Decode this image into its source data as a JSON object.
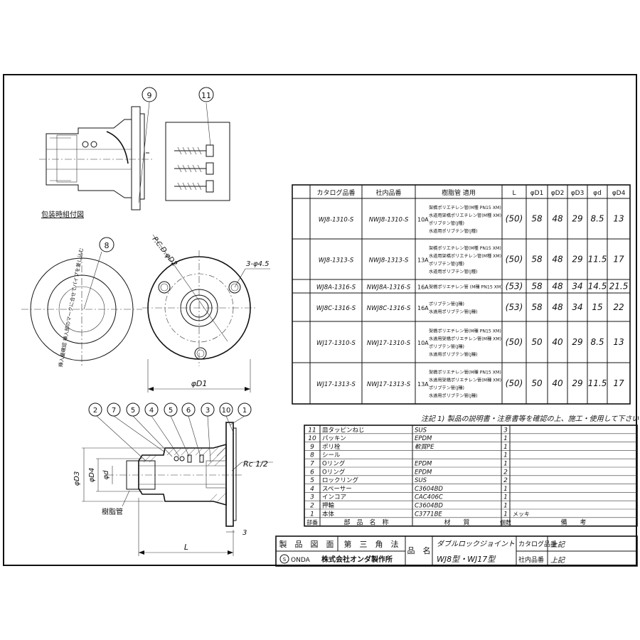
{
  "labels": {
    "packing": "包装時組付図",
    "pcd": "P.C.D.φD2",
    "hole": "3-φ4.5",
    "d1": "φD1",
    "d3": "φD3",
    "d4": "φD4",
    "d": "φd",
    "rc": "Rc 1/2",
    "resin_pipe": "樹脂管",
    "L": "L",
    "three": "3",
    "label_sticker": "挿入量確認 挿入部のマークに合せてパイプを差し込む"
  },
  "balloons": {
    "top": [
      "9",
      "11"
    ],
    "front": [
      "8"
    ],
    "side": [
      "2",
      "7",
      "5",
      "4",
      "5",
      "6",
      "3",
      "10",
      "1"
    ]
  },
  "spec_table": {
    "headers": [
      "カタログ品番",
      "社内品番",
      "樹脂管 適用",
      "L",
      "φD1",
      "φD2",
      "φD3",
      "φd",
      "φD4"
    ],
    "rows": [
      {
        "catalog": "WJ8-1310-S",
        "internal": "NWJ8-1310-S",
        "size": "10A",
        "pipes": [
          "架橋ポリエチレン管(M種 PN15 XM)",
          "水道用架橋ポリエチレン管(M種 XM)",
          "ポリブテン管(J種)",
          "水道用ポリブテン管(J種)"
        ],
        "L": "(50)",
        "D1": "58",
        "D2": "48",
        "D3": "29",
        "d": "8.5",
        "D4": "13"
      },
      {
        "catalog": "WJ8-1313-S",
        "internal": "NWJ8-1313-S",
        "size": "13A",
        "pipes": [
          "架橋ポリエチレン管(M種 PN15 XM)",
          "水道用架橋ポリエチレン管(M種 XM)",
          "ポリブテン管(J種)",
          "水道用ポリブテン管(J種)"
        ],
        "L": "(50)",
        "D1": "58",
        "D2": "48",
        "D3": "29",
        "d": "11.5",
        "D4": "17"
      },
      {
        "catalog": "WJ8A-1316-S",
        "internal": "NWJ8A-1316-S",
        "size": "16A",
        "pipes": [
          "架橋ポリエチレン管 (M種 PN15 XM)"
        ],
        "L": "(53)",
        "D1": "58",
        "D2": "48",
        "D3": "34",
        "d": "14.5",
        "D4": "21.5"
      },
      {
        "catalog": "WJ8C-1316-S",
        "internal": "NWJ8C-1316-S",
        "size": "16A",
        "pipes": [
          "ポリブテン管(J種)",
          "水道用ポリブテン管(J種)"
        ],
        "L": "(53)",
        "D1": "58",
        "D2": "48",
        "D3": "34",
        "d": "15",
        "D4": "22"
      },
      {
        "catalog": "WJ17-1310-S",
        "internal": "NWJ17-1310-S",
        "size": "10A",
        "pipes": [
          "架橋ポリエチレン管(M種 PN15 XM)",
          "水道用架橋ポリエチレン管(M種 XM)",
          "ポリブテン管(J種)",
          "水道用ポリブテン管(J種)"
        ],
        "L": "(50)",
        "D1": "50",
        "D2": "40",
        "D3": "29",
        "d": "8.5",
        "D4": "13"
      },
      {
        "catalog": "WJ17-1313-S",
        "internal": "NWJ17-1313-S",
        "size": "13A",
        "pipes": [
          "架橋ポリエチレン管(M種 PN15 XM)",
          "水道用架橋ポリエチレン管(M種 XM)",
          "ポリブテン管(J種)",
          "水道用ポリブテン管(J種)"
        ],
        "L": "(50)",
        "D1": "50",
        "D2": "40",
        "D3": "29",
        "d": "11.5",
        "D4": "17"
      }
    ]
  },
  "note": "注記 1) 製品の説明書・注意書等を確認の上、施工・使用して下さい",
  "parts": [
    {
      "no": "11",
      "name": "皿タッピンねじ",
      "material": "SUS",
      "qty": "3",
      "remark": ""
    },
    {
      "no": "10",
      "name": "パッキン",
      "material": "EPDM",
      "qty": "1",
      "remark": ""
    },
    {
      "no": "9",
      "name": "ポリ栓",
      "material": "軟質PE",
      "qty": "1",
      "remark": ""
    },
    {
      "no": "8",
      "name": "シール",
      "material": "",
      "qty": "1",
      "remark": ""
    },
    {
      "no": "7",
      "name": "Oリング",
      "material": "EPDM",
      "qty": "1",
      "remark": ""
    },
    {
      "no": "6",
      "name": "Oリング",
      "material": "EPDM",
      "qty": "2",
      "remark": ""
    },
    {
      "no": "5",
      "name": "ロックリング",
      "material": "SUS",
      "qty": "2",
      "remark": ""
    },
    {
      "no": "4",
      "name": "スペーサー",
      "material": "C3604BD",
      "qty": "1",
      "remark": ""
    },
    {
      "no": "3",
      "name": "インコア",
      "material": "CAC406C",
      "qty": "1",
      "remark": ""
    },
    {
      "no": "2",
      "name": "押輪",
      "material": "C3604BD",
      "qty": "1",
      "remark": ""
    },
    {
      "no": "1",
      "name": "本体",
      "material": "C3771BE",
      "qty": "1",
      "remark": "メッキ"
    }
  ],
  "parts_header": {
    "no": "部番",
    "name": "部　品　名　称",
    "material": "材　　質",
    "qty": "個数",
    "remark": "備　　考"
  },
  "title_block": {
    "drawing_label": "製　品　図　面",
    "projection": "第　三　角　法",
    "company_logo": "ONDA",
    "company": "株式会社オンダ製作所",
    "product_name_label": "品　名",
    "product_name": "ダブルロックジョイント",
    "models": "WJ8型・WJ17型",
    "catalog_label": "カタログ品番",
    "catalog_value": "上記",
    "internal_label": "社内品番",
    "internal_value": "上記"
  }
}
